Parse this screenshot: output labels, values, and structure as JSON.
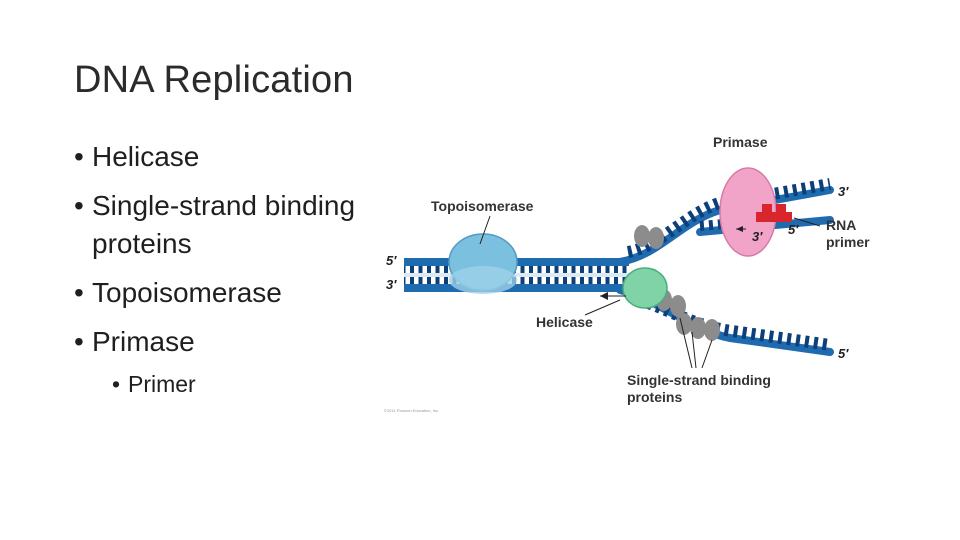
{
  "slide": {
    "title": "DNA Replication",
    "bullets": [
      {
        "text": "Helicase",
        "level": 1
      },
      {
        "text": "Single-strand binding proteins",
        "level": 1
      },
      {
        "text": "Topoisomerase",
        "level": 1
      },
      {
        "text": "Primase",
        "level": 1
      },
      {
        "text": "Primer",
        "level": 2
      }
    ]
  },
  "diagram": {
    "labels": {
      "primase": "Primase",
      "topoisomerase": "Topoisomerase",
      "helicase": "Helicase",
      "rna_primer_line1": "RNA",
      "rna_primer_line2": "primer",
      "ssb_line1": "Single-strand binding",
      "ssb_line2": "proteins",
      "five_prime": "5′",
      "three_prime": "3′",
      "copyright": "©2011 Pearson Education, Inc."
    },
    "colors": {
      "dna_strand": "#1f6bb0",
      "dna_rung": "#0d3f78",
      "topoisomerase": "#7cc0df",
      "helicase": "#7fd3a7",
      "primase": "#f2a3c8",
      "rna_primer": "#d8262c",
      "ssb_protein": "#8c8c8c"
    }
  }
}
